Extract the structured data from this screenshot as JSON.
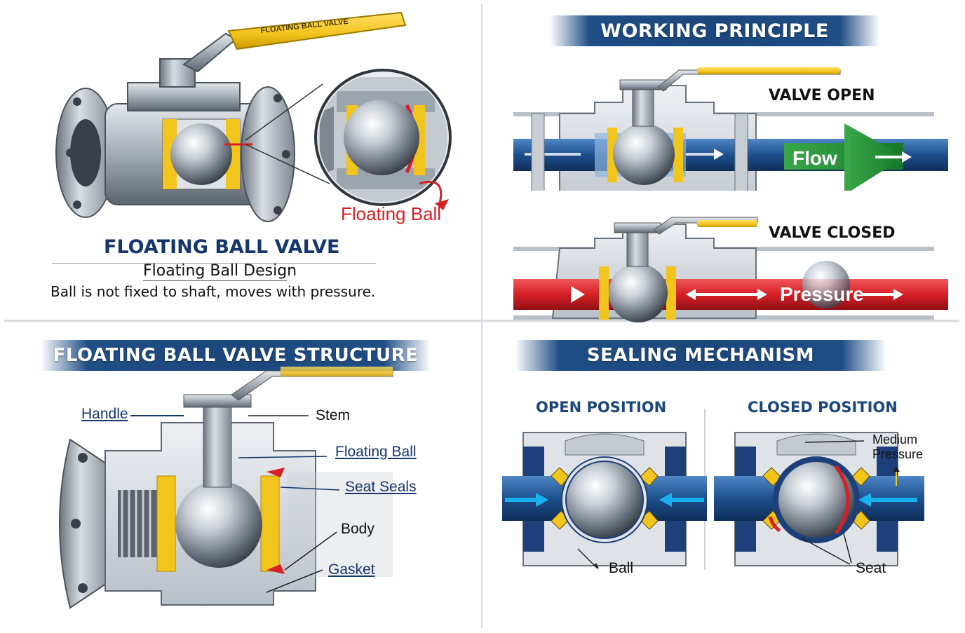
{
  "top_left": {
    "handle_text": "FLOATING BALL VALVE",
    "callout_label": "Floating Ball",
    "title": "FLOATING BALL VALVE",
    "subtitle": "Floating Ball Design",
    "description": "Ball is not fixed to shaft, moves with pressure."
  },
  "working_principle": {
    "title": "WORKING PRINCIPLE",
    "open_label": "VALVE OPEN",
    "flow_label": "Flow",
    "closed_label": "VALVE CLOSED",
    "pressure_label": "Pressure"
  },
  "structure": {
    "title": "FLOATING BALL VALVE STRUCTURE",
    "labels": {
      "handle": "Handle",
      "stem": "Stem",
      "floating_ball": "Floating Ball",
      "seat_seals": "Seat Seals",
      "body": "Body",
      "gasket": "Gasket"
    }
  },
  "sealing": {
    "title": "SEALING MECHANISM",
    "open_title": "OPEN POSITION",
    "closed_title": "CLOSED POSITION",
    "ball_label": "Ball",
    "seat_label": "Seat",
    "medium_pressure_label": "Medium\nPressure"
  },
  "colors": {
    "navy": "#1c477c",
    "title_navy": "#14366b",
    "handle_yellow": "#f2c21b",
    "flow_green": "#1e8a2e",
    "pressure_red": "#d62026",
    "pipe_blue": "#1d4f8c",
    "seal_yellow": "#f2c51c",
    "steel": "#9aa3ad"
  }
}
